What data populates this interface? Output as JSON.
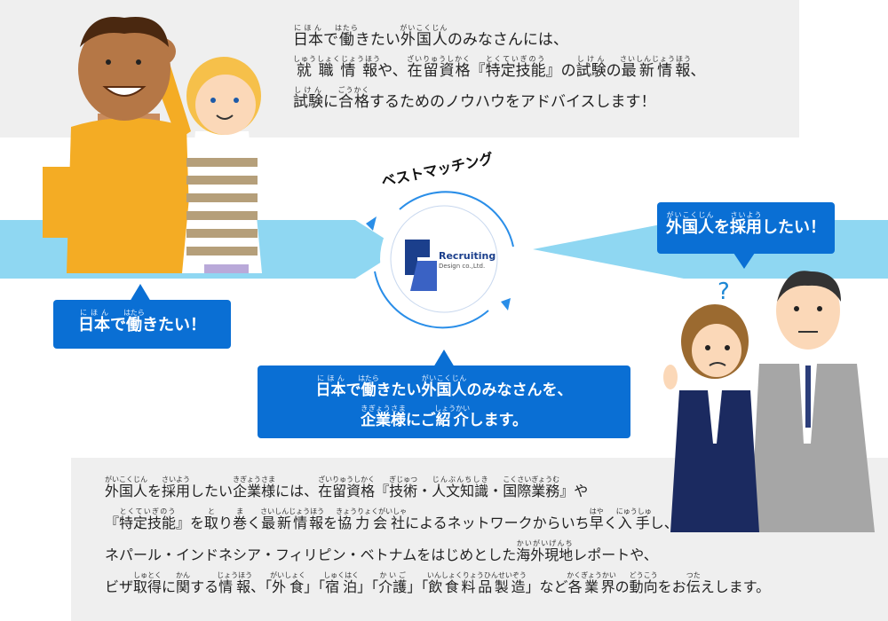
{
  "top_text": {
    "line1": [
      {
        "t": "日本",
        "r": "にほん"
      },
      {
        "t": "で"
      },
      {
        "t": "働",
        "r": "はたら"
      },
      {
        "t": "きたい"
      },
      {
        "t": "外国人",
        "r": "がいこくじん"
      },
      {
        "t": "のみなさんには、"
      }
    ],
    "line2": [
      {
        "t": "就職情報",
        "r": "しゅうしょくじょうほう"
      },
      {
        "t": "や、"
      },
      {
        "t": "在留資格",
        "r": "ざいりゅうしかく"
      },
      {
        "t": "『"
      },
      {
        "t": "特定技能",
        "r": "とくていぎのう"
      },
      {
        "t": "』の"
      },
      {
        "t": "試験",
        "r": "しけん"
      },
      {
        "t": "の"
      },
      {
        "t": "最新情報",
        "r": "さいしんじょうほう"
      },
      {
        "t": "、"
      }
    ],
    "line3": [
      {
        "t": "試験",
        "r": "しけん"
      },
      {
        "t": "に"
      },
      {
        "t": "合格",
        "r": "ごうかく"
      },
      {
        "t": "するためのノウハウをアドバイスします！"
      }
    ]
  },
  "best_matching": "ベストマッチング",
  "logo": {
    "brand": "Recruiting",
    "sub": "Design co.,Ltd."
  },
  "bubble_left": [
    {
      "t": "日本",
      "r": "にほん"
    },
    {
      "t": "で"
    },
    {
      "t": "働",
      "r": "はたら"
    },
    {
      "t": "きたい！"
    }
  ],
  "bubble_right": [
    {
      "t": "外国人",
      "r": "がいこくじん"
    },
    {
      "t": "を"
    },
    {
      "t": "採用",
      "r": "さいよう"
    },
    {
      "t": "したい！"
    }
  ],
  "question_mark": "?",
  "bubble_center": {
    "line1": [
      {
        "t": "日本",
        "r": "にほん"
      },
      {
        "t": "で"
      },
      {
        "t": "働",
        "r": "はたら"
      },
      {
        "t": "きたい"
      },
      {
        "t": "外国人",
        "r": "がいこくじん"
      },
      {
        "t": "のみなさんを、"
      }
    ],
    "line2": [
      {
        "t": "企業様",
        "r": "きぎょうさま"
      },
      {
        "t": "にご"
      },
      {
        "t": "紹介",
        "r": "しょうかい"
      },
      {
        "t": "します。"
      }
    ]
  },
  "bottom_text": {
    "line1": [
      {
        "t": "外国人",
        "r": "がいこくじん"
      },
      {
        "t": "を"
      },
      {
        "t": "採用",
        "r": "さいよう"
      },
      {
        "t": "したい"
      },
      {
        "t": "企業様",
        "r": "きぎょうさま"
      },
      {
        "t": "には、"
      },
      {
        "t": "在留資格",
        "r": "ざいりゅうしかく"
      },
      {
        "t": "『"
      },
      {
        "t": "技術",
        "r": "ぎじゅつ"
      },
      {
        "t": "・"
      },
      {
        "t": "人文知識",
        "r": "じんぶんちしき"
      },
      {
        "t": "・"
      },
      {
        "t": "国際業務",
        "r": "こくさいぎょうむ"
      },
      {
        "t": "』や"
      }
    ],
    "line2": [
      {
        "t": "『"
      },
      {
        "t": "特定技能",
        "r": "とくていぎのう"
      },
      {
        "t": "』を"
      },
      {
        "t": "取",
        "r": "と"
      },
      {
        "t": "り"
      },
      {
        "t": "巻",
        "r": "ま"
      },
      {
        "t": "く"
      },
      {
        "t": "最新情報",
        "r": "さいしんじょうほう"
      },
      {
        "t": "を"
      },
      {
        "t": "協力会社",
        "r": "きょうりょくがいしゃ"
      },
      {
        "t": "によるネットワークからいち"
      },
      {
        "t": "早",
        "r": "はや"
      },
      {
        "t": "く"
      },
      {
        "t": "入手",
        "r": "にゅうしゅ"
      },
      {
        "t": "し、"
      }
    ],
    "line3": [
      {
        "t": "ネパール・インドネシア・フィリピン・ベトナムをはじめとした"
      },
      {
        "t": "海外現地",
        "r": "かいがいげんち"
      },
      {
        "t": "レポートや、"
      }
    ],
    "line4": [
      {
        "t": "ビザ"
      },
      {
        "t": "取得",
        "r": "しゅとく"
      },
      {
        "t": "に"
      },
      {
        "t": "関",
        "r": "かん"
      },
      {
        "t": "する"
      },
      {
        "t": "情報",
        "r": "じょうほう"
      },
      {
        "t": "、「"
      },
      {
        "t": "外食",
        "r": "がいしょく"
      },
      {
        "t": "」「"
      },
      {
        "t": "宿泊",
        "r": "しゅくはく"
      },
      {
        "t": "」「"
      },
      {
        "t": "介護",
        "r": "かいご"
      },
      {
        "t": "」「"
      },
      {
        "t": "飲食料品製造",
        "r": "いんしょくりょうひんせいぞう"
      },
      {
        "t": "」など"
      },
      {
        "t": "各業界",
        "r": "かくぎょうかい"
      },
      {
        "t": "の"
      },
      {
        "t": "動向",
        "r": "どうこう"
      },
      {
        "t": "をお"
      },
      {
        "t": "伝",
        "r": "つた"
      },
      {
        "t": "えします。"
      }
    ]
  },
  "colors": {
    "band": "#8fd7f2",
    "bubble": "#0a6fd4",
    "panel": "#efefef",
    "arrow": "#2a8ee8"
  }
}
